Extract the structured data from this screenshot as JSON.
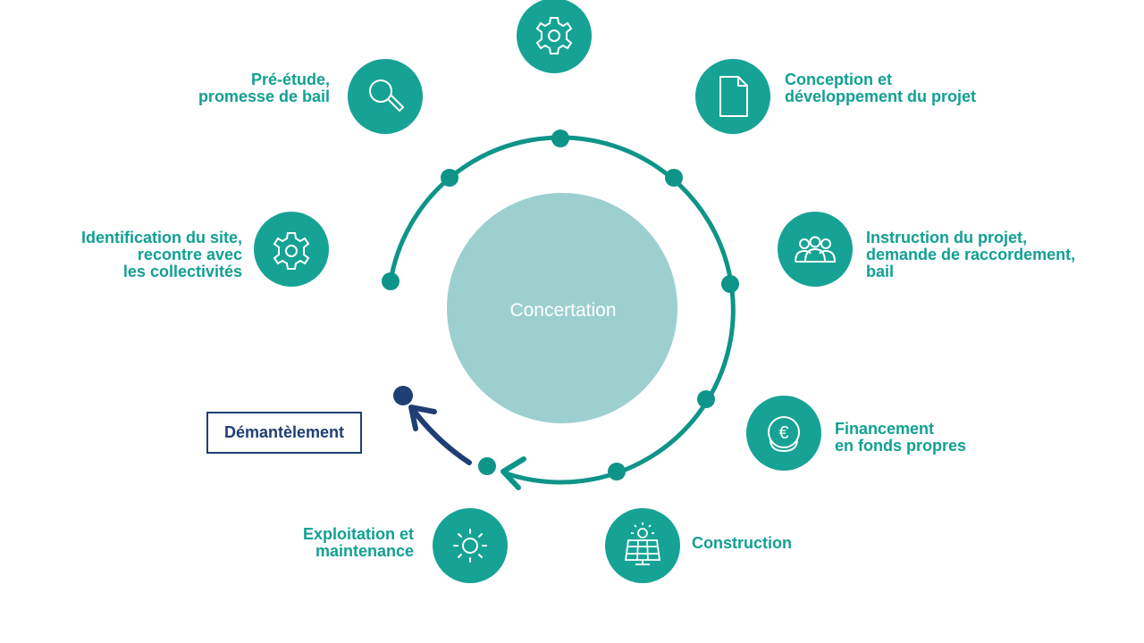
{
  "center": {
    "label": "Concertation"
  },
  "stages": [
    {
      "id": "top",
      "icon": "gear-icon",
      "lines": []
    },
    {
      "id": "conception",
      "icon": "document-icon",
      "lines": [
        "Conception et",
        "développement du projet"
      ]
    },
    {
      "id": "instruction",
      "icon": "people-icon",
      "lines": [
        "Instruction du projet,",
        "demande de raccordement,",
        "bail"
      ]
    },
    {
      "id": "financement",
      "icon": "euro-coin-icon",
      "lines": [
        "Financement",
        "en fonds propres"
      ]
    },
    {
      "id": "construction",
      "icon": "solar-panel-icon",
      "lines": [
        "Construction"
      ]
    },
    {
      "id": "exploitation",
      "icon": "sun-icon",
      "lines": [
        "Exploitation et",
        "maintenance"
      ]
    },
    {
      "id": "identification",
      "icon": "gear-icon",
      "lines": [
        "Identification du site,",
        "recontre avec",
        "les collectivités"
      ]
    },
    {
      "id": "pre-etude",
      "icon": "magnifier-icon",
      "lines": [
        "Pré-étude,",
        "promesse de bail"
      ]
    }
  ],
  "demantelement": {
    "label": "Démantèlement"
  },
  "colors": {
    "teal": "#16a396",
    "ring": "#0e9488",
    "center": "#9dcfcf",
    "navy": "#1f3f74"
  }
}
